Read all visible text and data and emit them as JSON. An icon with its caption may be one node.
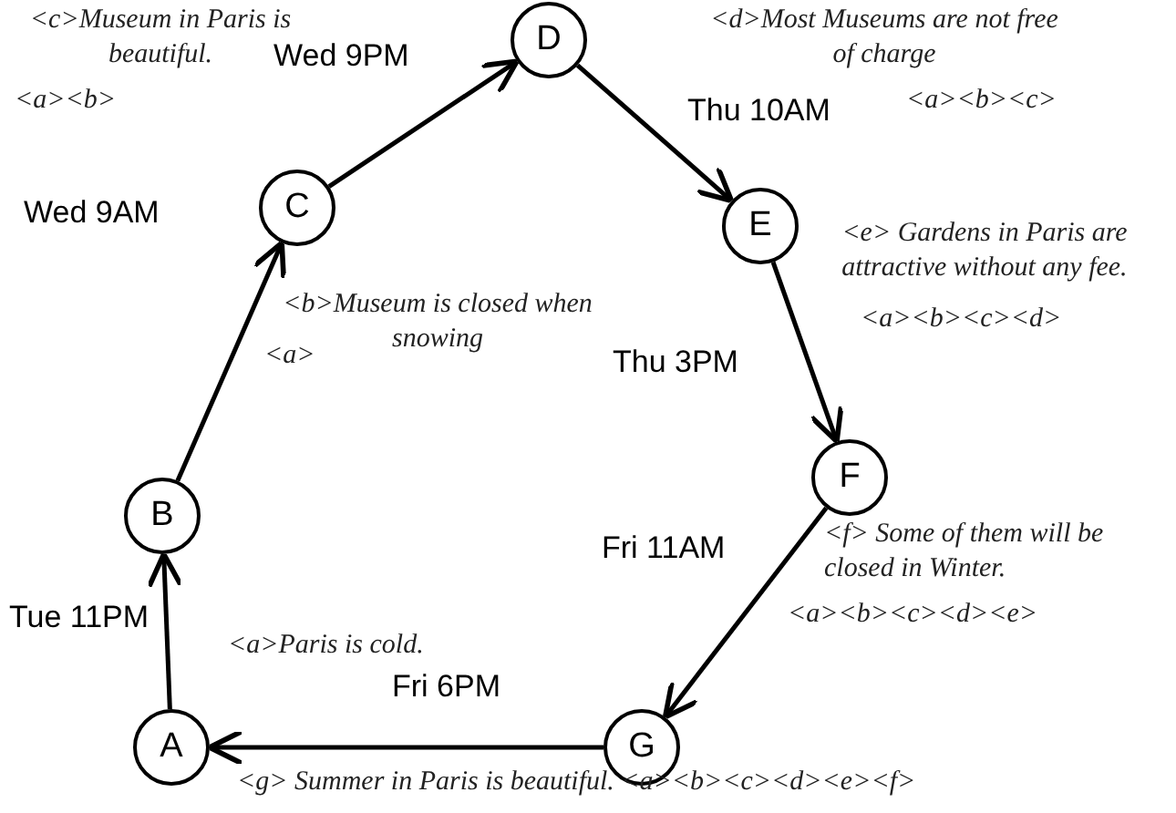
{
  "diagram": {
    "nodes": [
      {
        "text": [
          "A"
        ],
        "beside": [
          "<a>Paris is cold."
        ]
      },
      {
        "text": [
          "B"
        ],
        "beside": [
          "<b>Museum is closed when snowing",
          "<a>"
        ]
      },
      {
        "text": [
          "C"
        ],
        "beside": [
          "<c>Museum in Paris is beautiful.",
          "<a><b>"
        ]
      },
      {
        "text": [
          "D"
        ],
        "beside": [
          "<d>Most Museums are not free of charge",
          "<a><b><c>"
        ]
      },
      {
        "text": [
          "E"
        ],
        "beside": [
          "<e> Gardens in Paris are attractive without any fee.",
          "<a><b><c><d>"
        ]
      },
      {
        "text": [
          "F"
        ],
        "beside": [
          "<f> Some of them will be closed in Winter.",
          "<a><b><c><d><e>"
        ]
      },
      {
        "text": [
          "G"
        ],
        "beside": [
          "<g> Summer in Paris is beautiful. <a><b><c><d><e><f>"
        ]
      }
    ],
    "edges": [
      {
        "from": 0,
        "to": 1,
        "arrow": "to",
        "label": "Tue 11PM"
      },
      {
        "from": 1,
        "to": 2,
        "arrow": "to",
        "label": "Wed 9AM"
      },
      {
        "from": 2,
        "to": 3,
        "arrow": "to",
        "label": "Wed 9PM"
      },
      {
        "from": 3,
        "to": 4,
        "arrow": "to",
        "label": "Thu 10AM"
      },
      {
        "from": 4,
        "to": 5,
        "arrow": "to",
        "label": "Thu 3PM"
      },
      {
        "from": 5,
        "to": 6,
        "arrow": "to",
        "label": "Fri 11AM"
      },
      {
        "from": 6,
        "to": 0,
        "arrow": "to",
        "label": "Fri 6PM"
      }
    ]
  }
}
